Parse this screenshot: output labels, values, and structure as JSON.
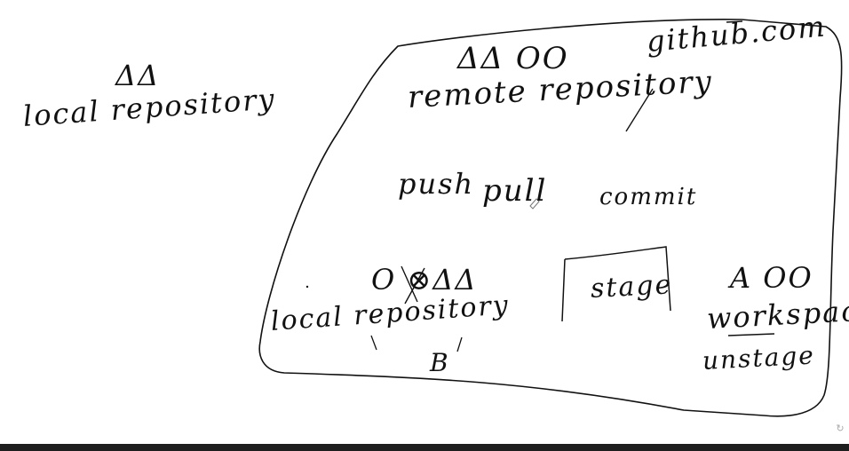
{
  "notes": {
    "left_symbols": "ΔΔ",
    "left_label": "local repository",
    "remote_symbols": "ΔΔ OO",
    "remote_label": "remote repository",
    "host": "github.com",
    "push": "push",
    "pull": "pull",
    "commit": "commit",
    "local_symbols": "O ⊗ΔΔ",
    "local_label": "local repository",
    "local_letter": "B",
    "stage": "stage",
    "workspace_symbols": "A OO",
    "workspace": "workspace",
    "unstage": "unstage"
  },
  "icons": {
    "refresh": "refresh-icon"
  },
  "colors": {
    "ink": "#111111",
    "background": "#ffffff",
    "bar": "#1e1e1e"
  }
}
